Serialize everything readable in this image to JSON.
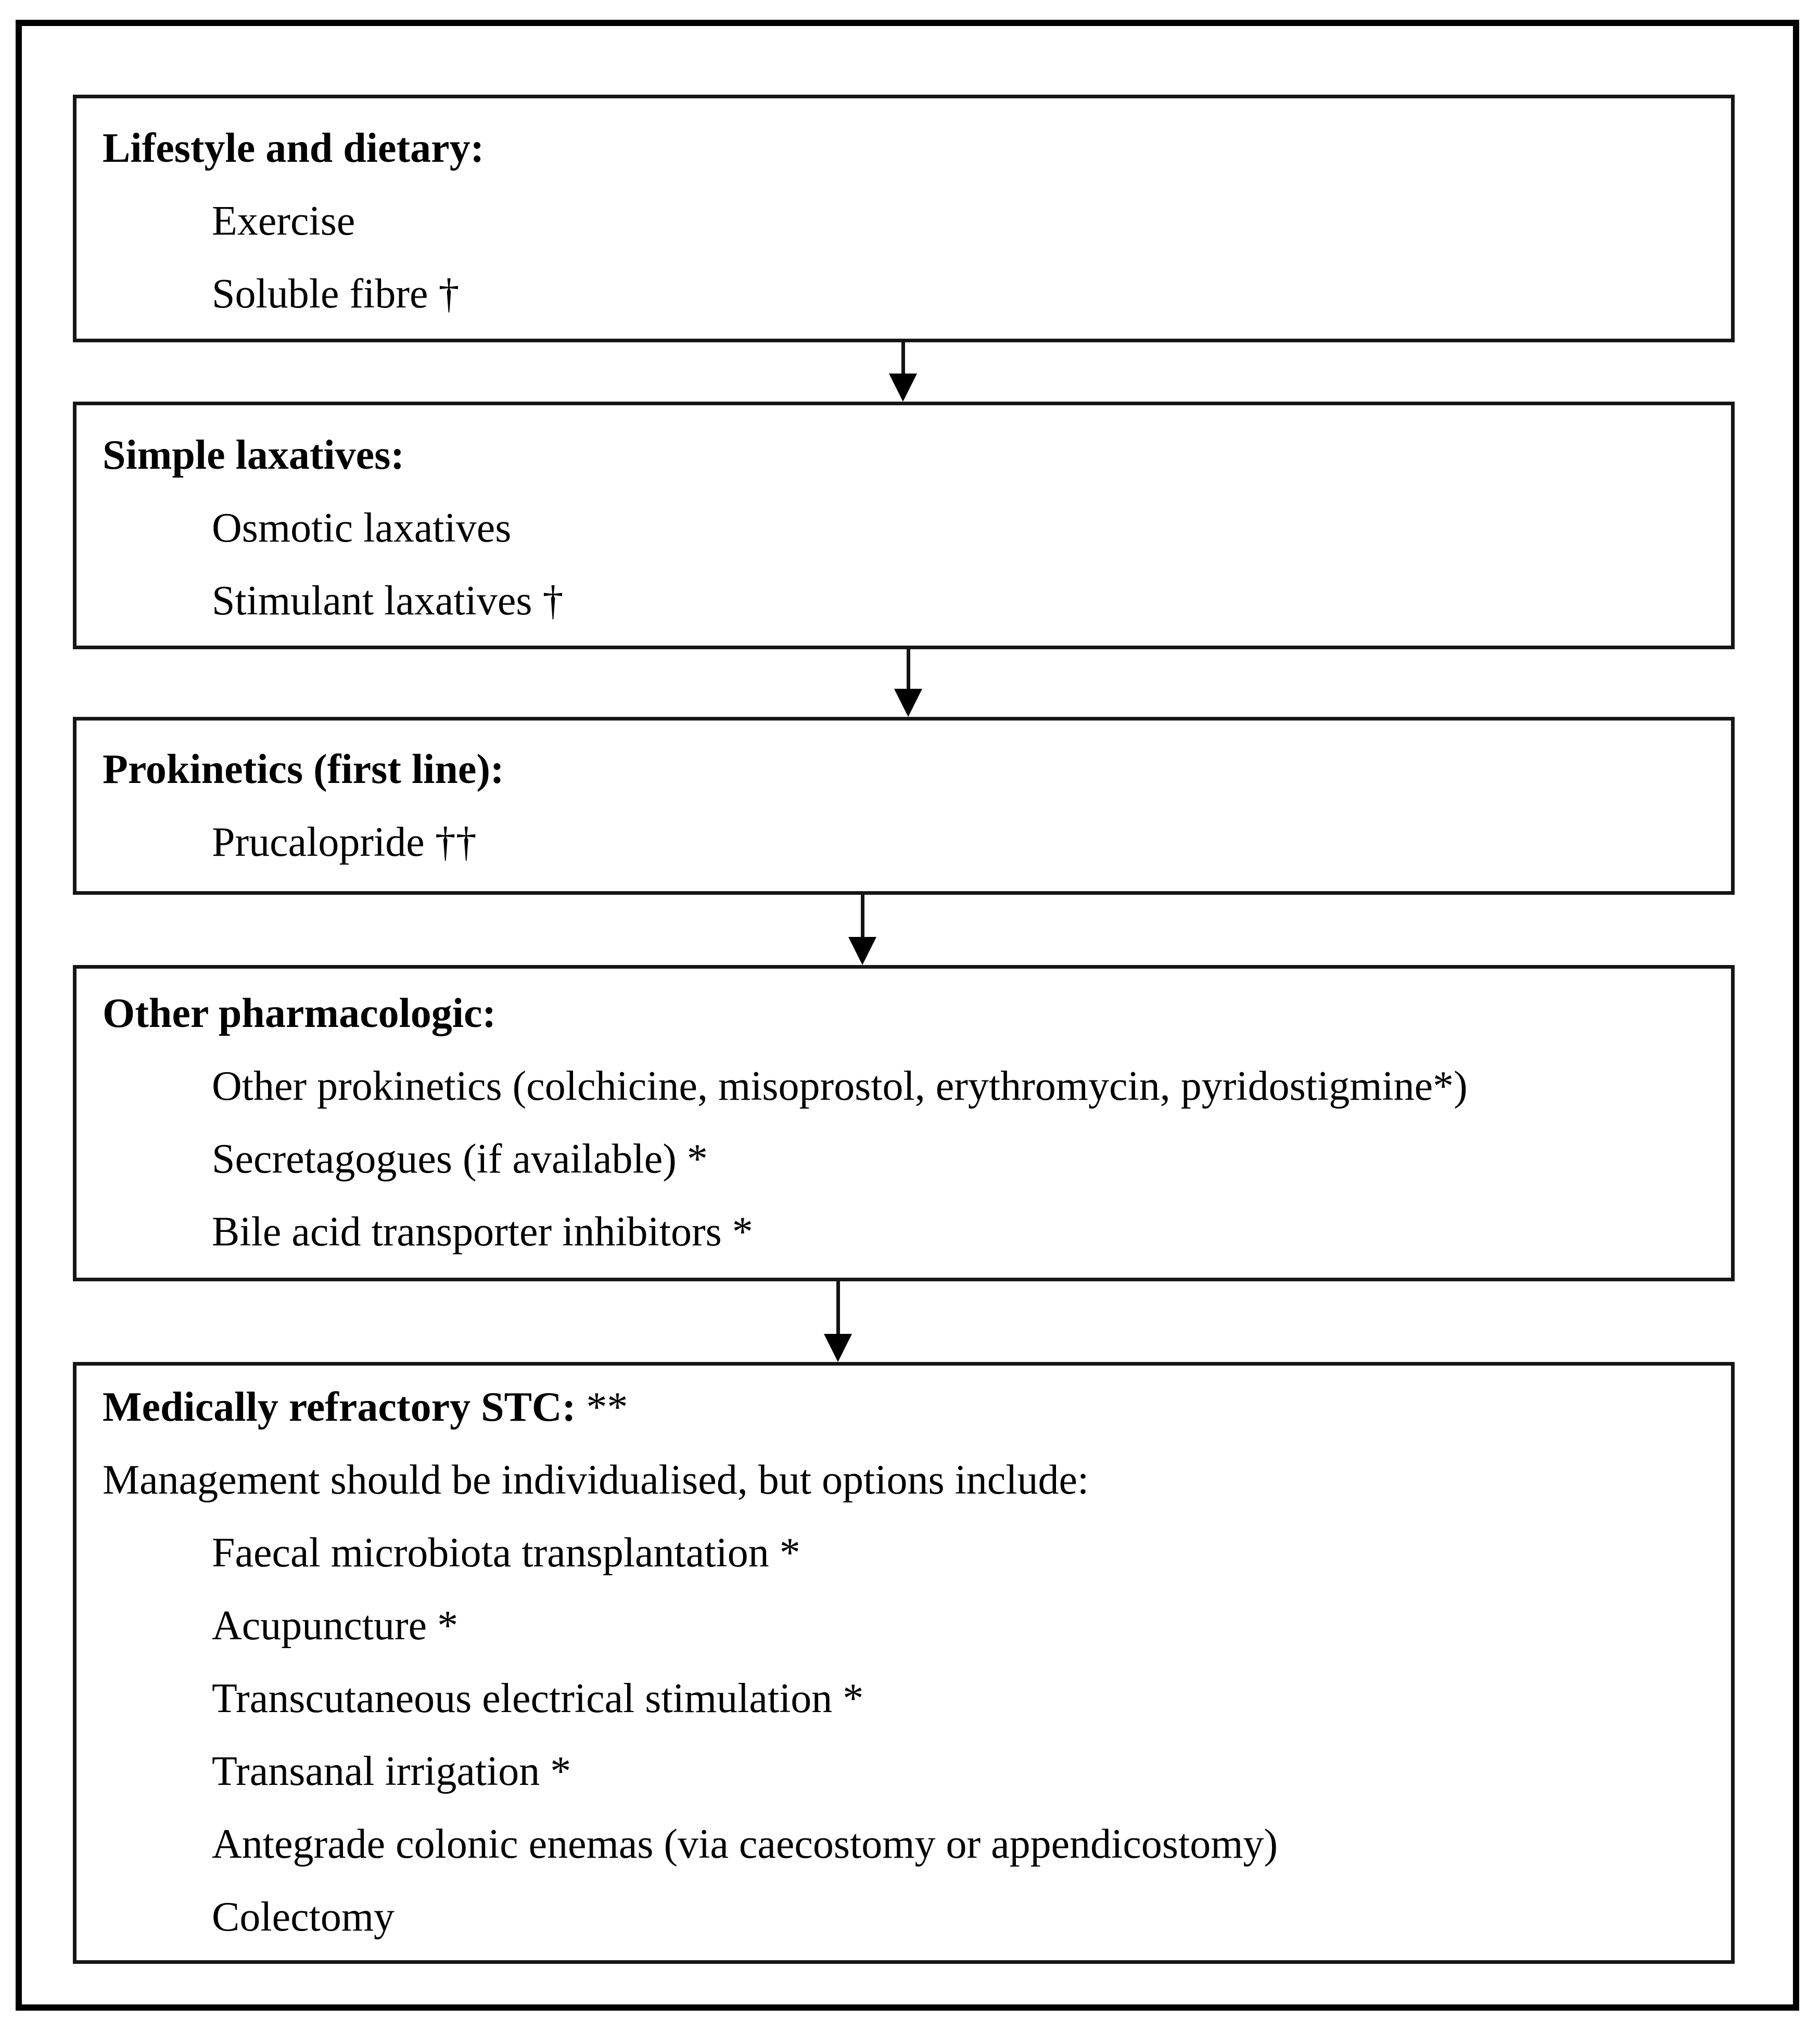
{
  "flowchart": {
    "background": "#ffffff",
    "border_color": "#000000",
    "text_color": "#000000",
    "boxes": [
      {
        "title": "Lifestyle and dietary:",
        "items": [
          "Exercise",
          "Soluble fibre †"
        ]
      },
      {
        "title": "Simple laxatives:",
        "items": [
          "Osmotic laxatives",
          "Stimulant laxatives †"
        ]
      },
      {
        "title": "Prokinetics (first line):",
        "items": [
          "Prucalopride ††"
        ]
      },
      {
        "title": "Other pharmacologic:",
        "items": [
          "Other prokinetics (colchicine, misoprostol, erythromycin, pyridostigmine*)",
          "Secretagogues (if available) *",
          "Bile acid transporter inhibitors *"
        ]
      },
      {
        "title": "Medically refractory STC:",
        "title_suffix": " **",
        "intro": "Management should be individualised, but options include:",
        "items": [
          "Faecal microbiota transplantation *",
          "Acupuncture *",
          "Transcutaneous electrical stimulation *",
          "Transanal irrigation *",
          "Antegrade colonic enemas (via caecostomy or appendicostomy)",
          "Colectomy"
        ]
      }
    ]
  }
}
